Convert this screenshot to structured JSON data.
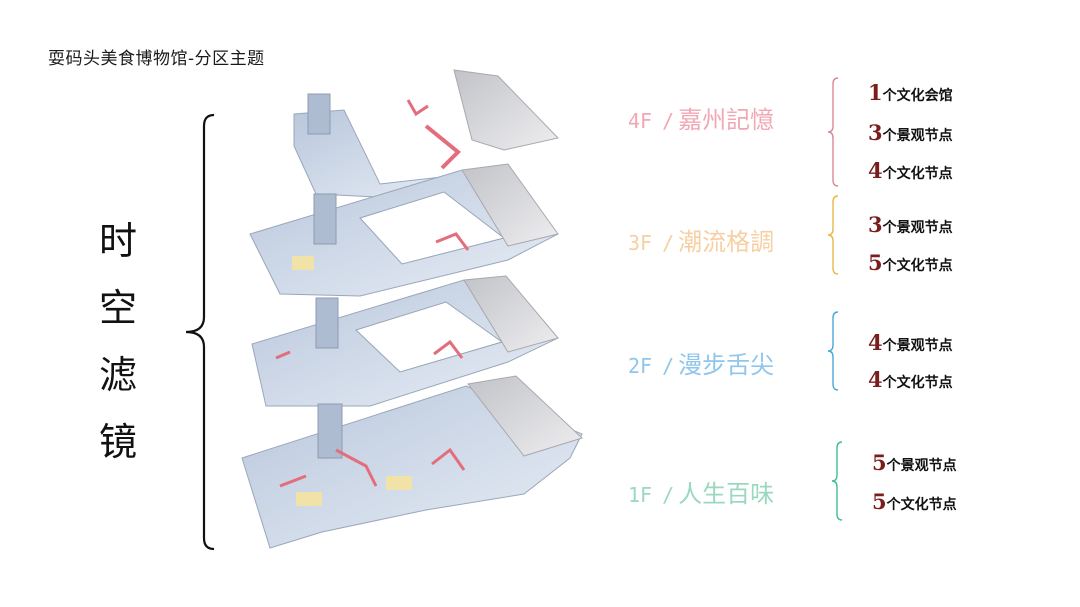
{
  "page": {
    "title": "耍码头美食博物馆-分区主题",
    "side_label": [
      "时",
      "空",
      "滤",
      "镜"
    ]
  },
  "floors": [
    {
      "code": "4F",
      "sep": "/",
      "name": "嘉州記憶",
      "color": "#f2a7b4",
      "items": [
        {
          "num": "1",
          "text": "个文化会馆"
        },
        {
          "num": "3",
          "text": "个景观节点"
        },
        {
          "num": "4",
          "text": "个文化节点"
        }
      ]
    },
    {
      "code": "3F",
      "sep": "/",
      "name": "潮流格調",
      "color": "#f7cfa2",
      "items": [
        {
          "num": "3",
          "text": "个景观节点"
        },
        {
          "num": "5",
          "text": "个文化节点"
        }
      ]
    },
    {
      "code": "2F",
      "sep": "/",
      "name": "漫步舌尖",
      "color": "#8fc6ec",
      "items": [
        {
          "num": "4",
          "text": "个景观节点"
        },
        {
          "num": "4",
          "text": "个文化节点"
        }
      ]
    },
    {
      "code": "1F",
      "sep": "/",
      "name": "人生百味",
      "color": "#9bd8bf",
      "items": [
        {
          "num": "5",
          "text": "个景观节点"
        },
        {
          "num": "5",
          "text": "个文化节点"
        }
      ]
    }
  ],
  "brace_colors": [
    "#d98a98",
    "#e9b84a",
    "#4aa8d8",
    "#3fbf96"
  ]
}
